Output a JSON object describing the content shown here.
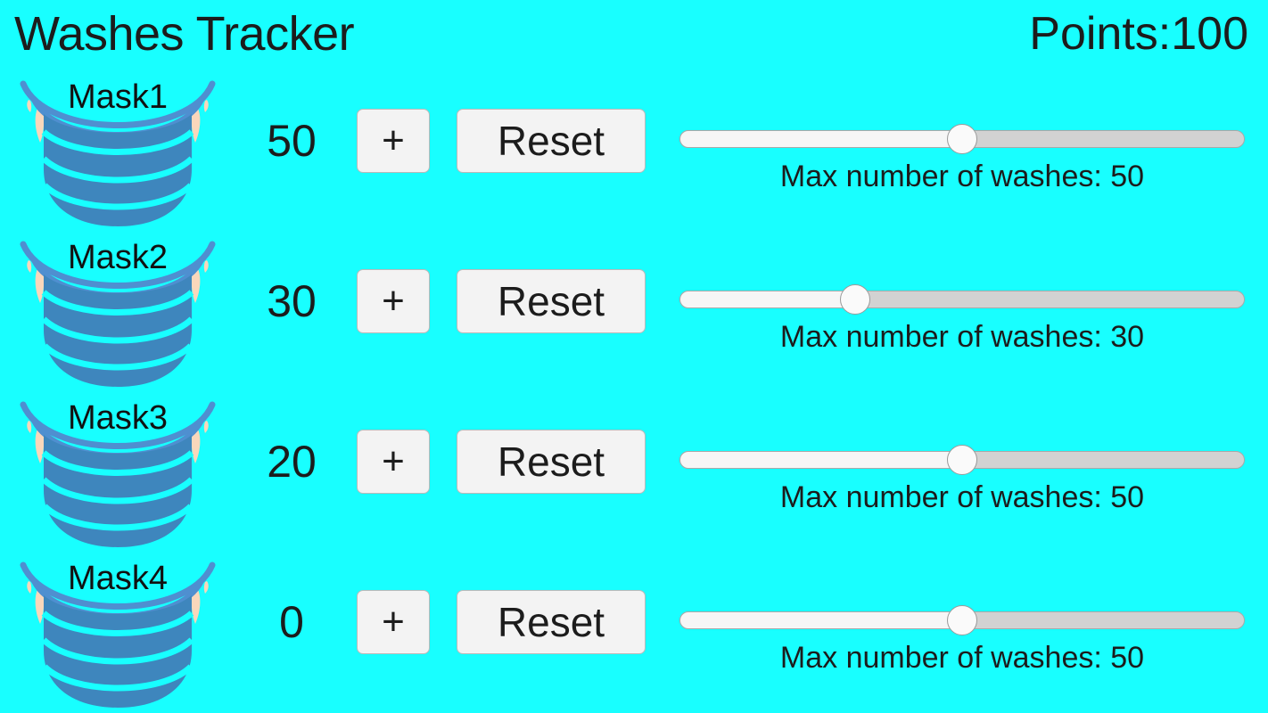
{
  "header": {
    "title": "Washes Tracker",
    "points_label": "Points:100"
  },
  "slider_caption_prefix": "Max number of washes: ",
  "colors": {
    "background": "#18ffff",
    "text": "#1c1c1c",
    "button_face": "#f3f3f3",
    "button_border": "#b9b9b9",
    "slider_track": "#d2d2d2",
    "slider_fill": "#f6f6f6",
    "slider_thumb": "#fafafa",
    "mask_body": "#3e86bd",
    "mask_strap": "#4f8fd0",
    "mask_ear": "#f9d7bb"
  },
  "rows": [
    {
      "mask_label": "Mask1",
      "count": "50",
      "plus_label": "+",
      "reset_label": "Reset",
      "slider_percent": 50,
      "max_washes": "50",
      "caption": "Max number of washes: 50"
    },
    {
      "mask_label": "Mask2",
      "count": "30",
      "plus_label": "+",
      "reset_label": "Reset",
      "slider_percent": 31,
      "max_washes": "30",
      "caption": "Max number of washes: 30"
    },
    {
      "mask_label": "Mask3",
      "count": "20",
      "plus_label": "+",
      "reset_label": "Reset",
      "slider_percent": 50,
      "max_washes": "50",
      "caption": "Max number of washes: 50"
    },
    {
      "mask_label": "Mask4",
      "count": "0",
      "plus_label": "+",
      "reset_label": "Reset",
      "slider_percent": 50,
      "max_washes": "50",
      "caption": "Max number of washes: 50"
    }
  ]
}
